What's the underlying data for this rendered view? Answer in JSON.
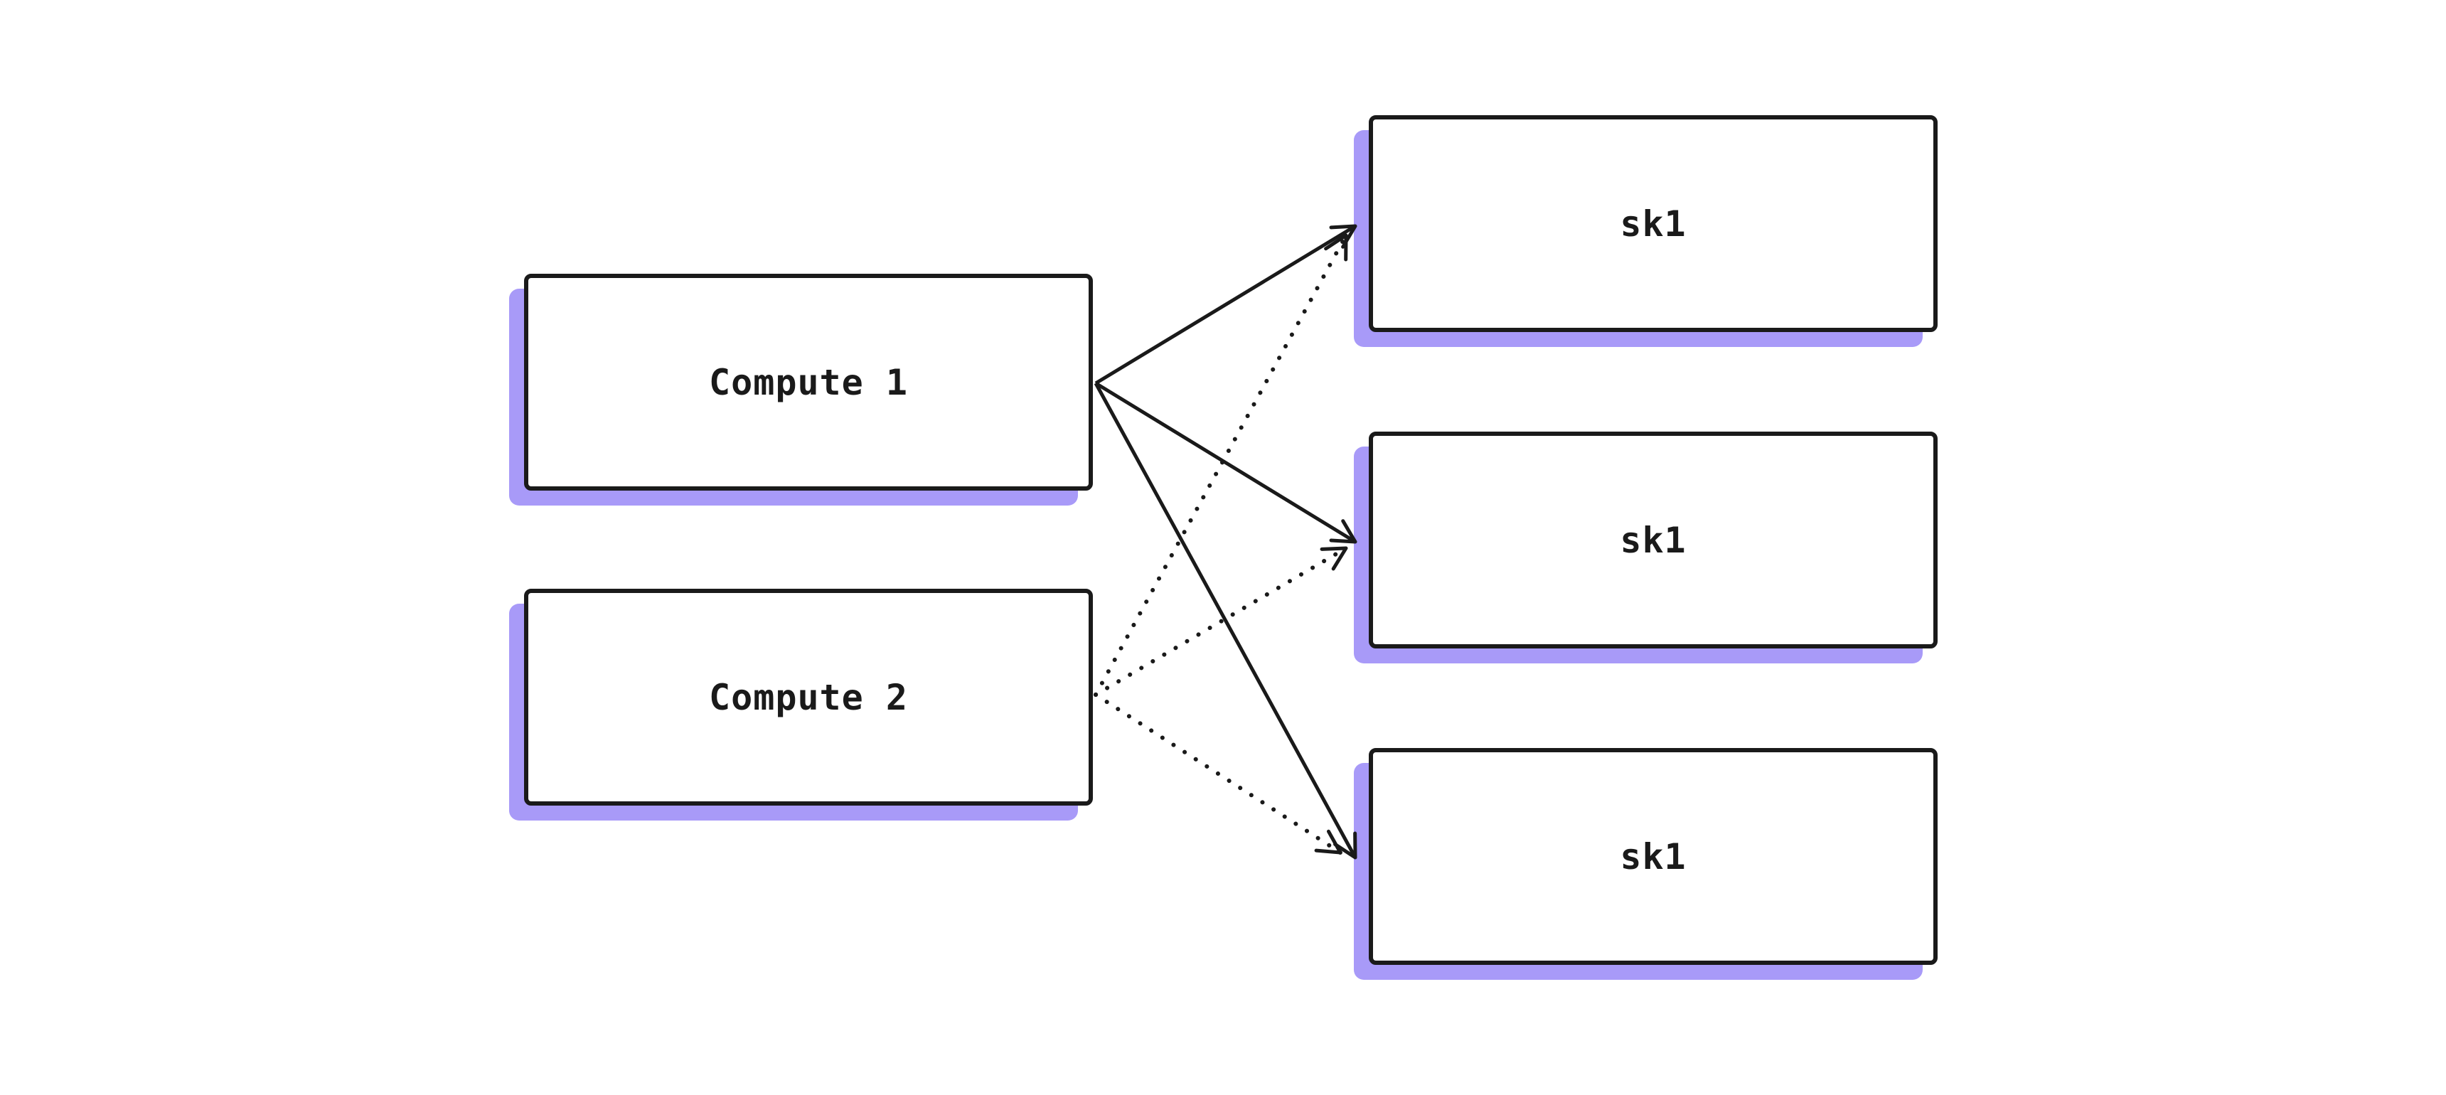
{
  "diagram": {
    "background": "#ffffff",
    "stroke_color": "#1a1a1a",
    "shadow_color": "#a89af8",
    "text_color": "#1a1a1a",
    "nodes": [
      {
        "id": "compute-1",
        "label": "Compute 1"
      },
      {
        "id": "compute-2",
        "label": "Compute 2"
      },
      {
        "id": "sk1-top",
        "label": "sk1"
      },
      {
        "id": "sk1-middle",
        "label": "sk1"
      },
      {
        "id": "sk1-bottom",
        "label": "sk1"
      }
    ],
    "edges": [
      {
        "from": "compute-1",
        "to": "sk1-top",
        "style": "solid",
        "arrowhead": true
      },
      {
        "from": "compute-1",
        "to": "sk1-middle",
        "style": "solid",
        "arrowhead": true
      },
      {
        "from": "compute-1",
        "to": "sk1-bottom",
        "style": "solid",
        "arrowhead": true
      },
      {
        "from": "compute-2",
        "to": "sk1-top",
        "style": "dotted",
        "arrowhead": true
      },
      {
        "from": "compute-2",
        "to": "sk1-middle",
        "style": "dotted",
        "arrowhead": true
      },
      {
        "from": "compute-2",
        "to": "sk1-bottom",
        "style": "dotted",
        "arrowhead": true
      }
    ]
  }
}
